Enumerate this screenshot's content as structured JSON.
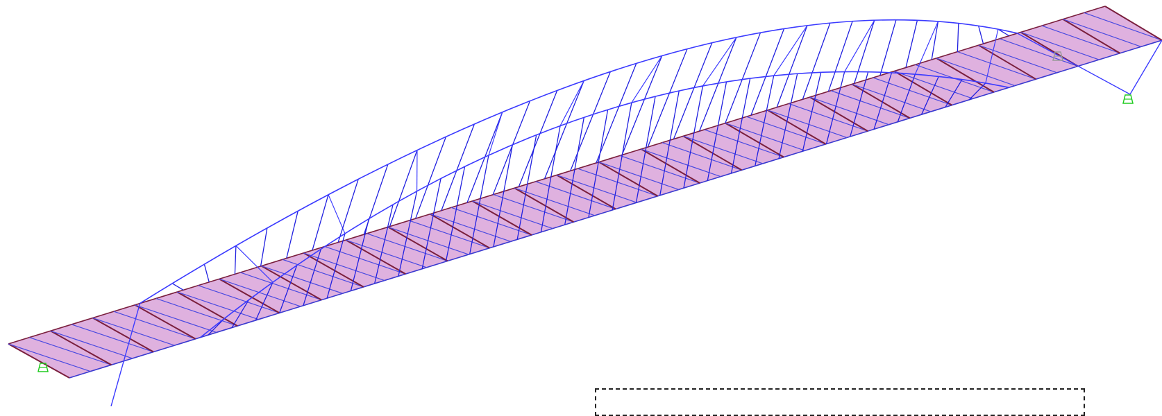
{
  "model_view": {
    "background_color": "#ffffff",
    "colors": {
      "arch_member": "#3b3bff",
      "hanger": "#2020e0",
      "deck_fill": "#d9a3d9",
      "deck_edge": "#7a1f3d",
      "support": "#22cc22",
      "support_hidden": "#999999"
    },
    "structure": {
      "type": "tied-arch bridge wireframe",
      "deck_panels": 26,
      "supports": 3
    },
    "selection_box": {
      "style": "dashed"
    }
  }
}
